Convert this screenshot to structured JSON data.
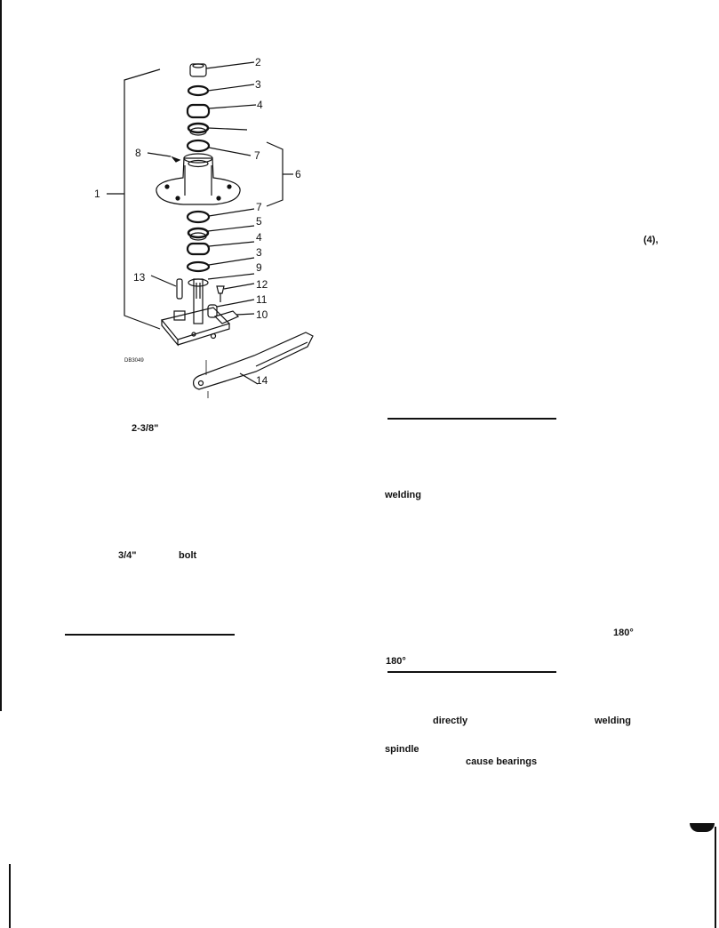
{
  "diagram": {
    "callouts": [
      "1",
      "2",
      "3",
      "4",
      "7",
      "8",
      "6",
      "7",
      "5",
      "4",
      "3",
      "9",
      "13",
      "12",
      "11",
      "10",
      "14"
    ],
    "code": "DB3049"
  },
  "left_column": {
    "frag_1": "2-3/8\"",
    "frag_2": "3/4\"",
    "frag_3": "bolt"
  },
  "right_column": {
    "frag_1": "(4),",
    "frag_2": "welding",
    "frag_3": "180°",
    "frag_4": "180°",
    "frag_5": "directly",
    "frag_6": "welding",
    "frag_7": "spindle",
    "frag_8": "cause bearings"
  }
}
